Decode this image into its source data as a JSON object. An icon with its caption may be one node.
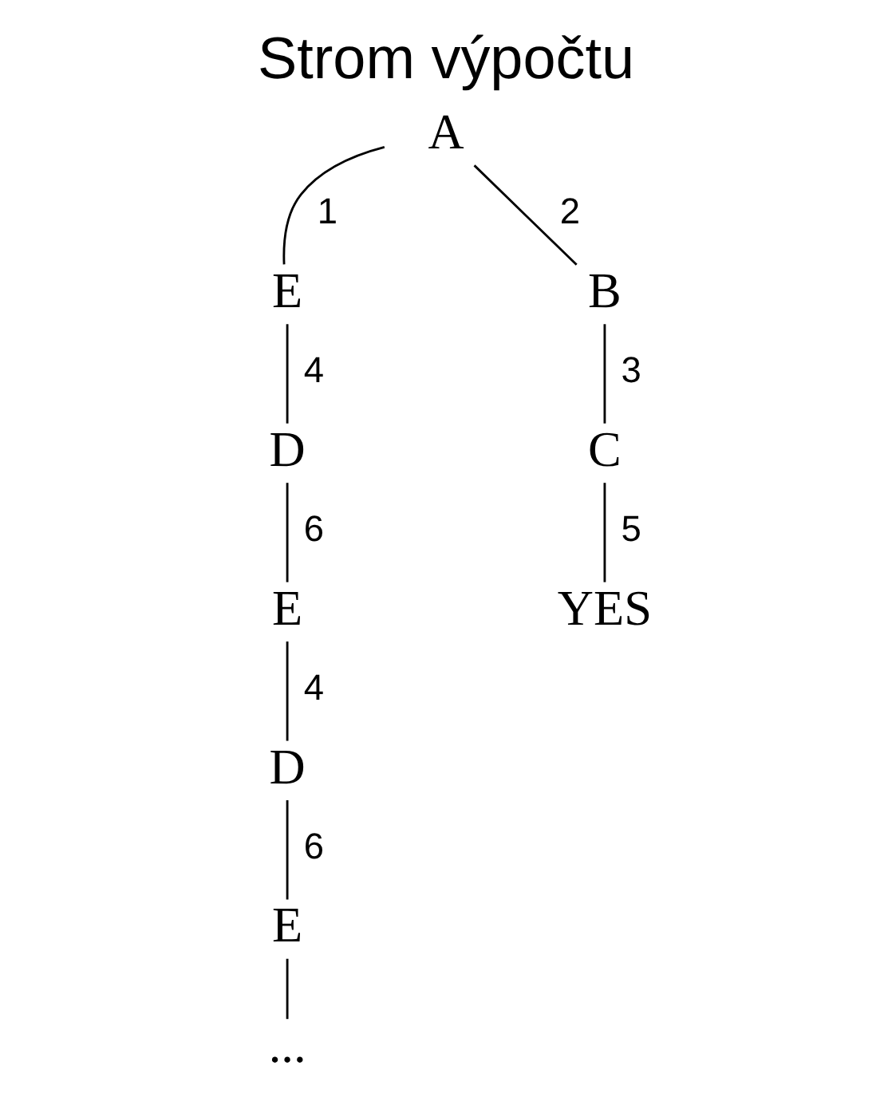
{
  "diagram": {
    "title": "Strom výpočtu",
    "nodes": [
      {
        "text": [
          "A"
        ]
      },
      {
        "text": [
          "E"
        ]
      },
      {
        "text": [
          "D"
        ]
      },
      {
        "text": [
          "E"
        ]
      },
      {
        "text": [
          "D"
        ]
      },
      {
        "text": [
          "E"
        ]
      },
      {
        "text": [
          "..."
        ]
      },
      {
        "text": [
          "B"
        ]
      },
      {
        "text": [
          "C"
        ]
      },
      {
        "text": [
          "YES"
        ]
      }
    ],
    "edges": [
      {
        "from": 0,
        "to": 1,
        "arrow": "none",
        "label": "1"
      },
      {
        "from": 0,
        "to": 7,
        "arrow": "none",
        "label": "2"
      },
      {
        "from": 1,
        "to": 2,
        "arrow": "none",
        "label": "4"
      },
      {
        "from": 2,
        "to": 3,
        "arrow": "none",
        "label": "6"
      },
      {
        "from": 3,
        "to": 4,
        "arrow": "none",
        "label": "4"
      },
      {
        "from": 4,
        "to": 5,
        "arrow": "none",
        "label": "6"
      },
      {
        "from": 5,
        "to": 6,
        "arrow": "none"
      },
      {
        "from": 7,
        "to": 8,
        "arrow": "none",
        "label": "3"
      },
      {
        "from": 8,
        "to": 9,
        "arrow": "none",
        "label": "5"
      }
    ]
  }
}
